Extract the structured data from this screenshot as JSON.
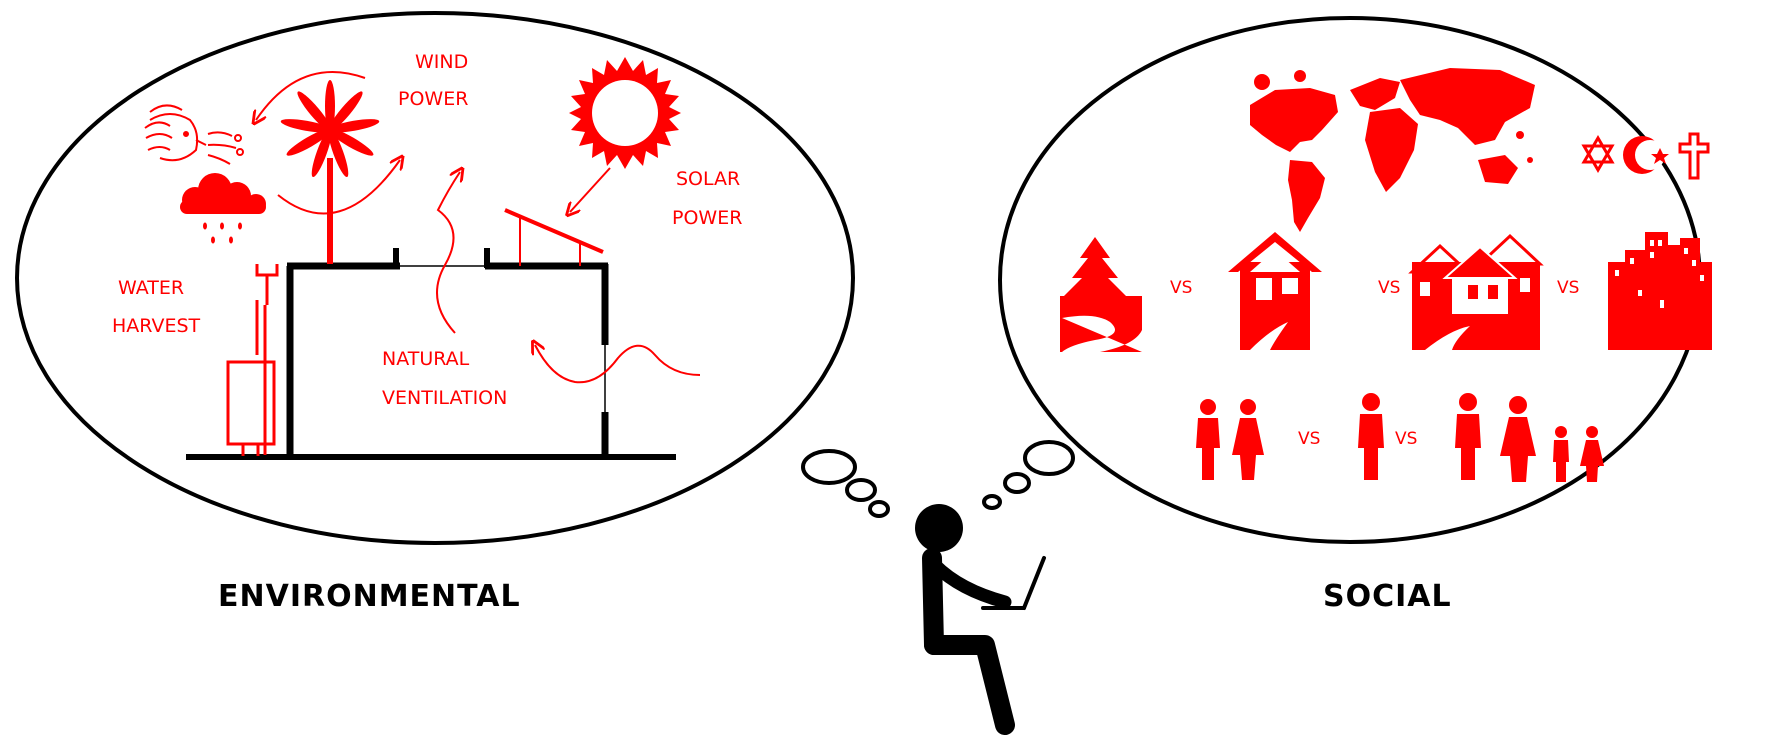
{
  "colors": {
    "accent": "#ff0000",
    "ink": "#000000",
    "background": "#ffffff"
  },
  "environmental": {
    "caption": "ENVIRONMENTAL",
    "wind_1": "WIND",
    "wind_2": "POWER",
    "solar_1": "SOLAR",
    "solar_2": "POWER",
    "water_1": "WATER",
    "water_2": "HARVEST",
    "vent_1": "NATURAL",
    "vent_2": "VENTILATION",
    "icons": [
      "wind-face-icon",
      "rain-cloud-icon",
      "wind-turbine-icon",
      "sun-icon",
      "solar-panel-icon",
      "water-tank-icon",
      "building-section-icon"
    ]
  },
  "social": {
    "caption": "SOCIAL",
    "vs": "VS",
    "icons": [
      "world-map-icon",
      "star-of-david-icon",
      "crescent-star-icon",
      "cross-icon",
      "rural-landscape-icon",
      "single-house-icon",
      "suburb-houses-icon",
      "city-skyline-icon",
      "couple-icon",
      "single-person-icon",
      "family-icon"
    ]
  },
  "center": {
    "icons": [
      "thinking-person-icon",
      "laptop-icon",
      "thought-bubble-icon"
    ]
  }
}
